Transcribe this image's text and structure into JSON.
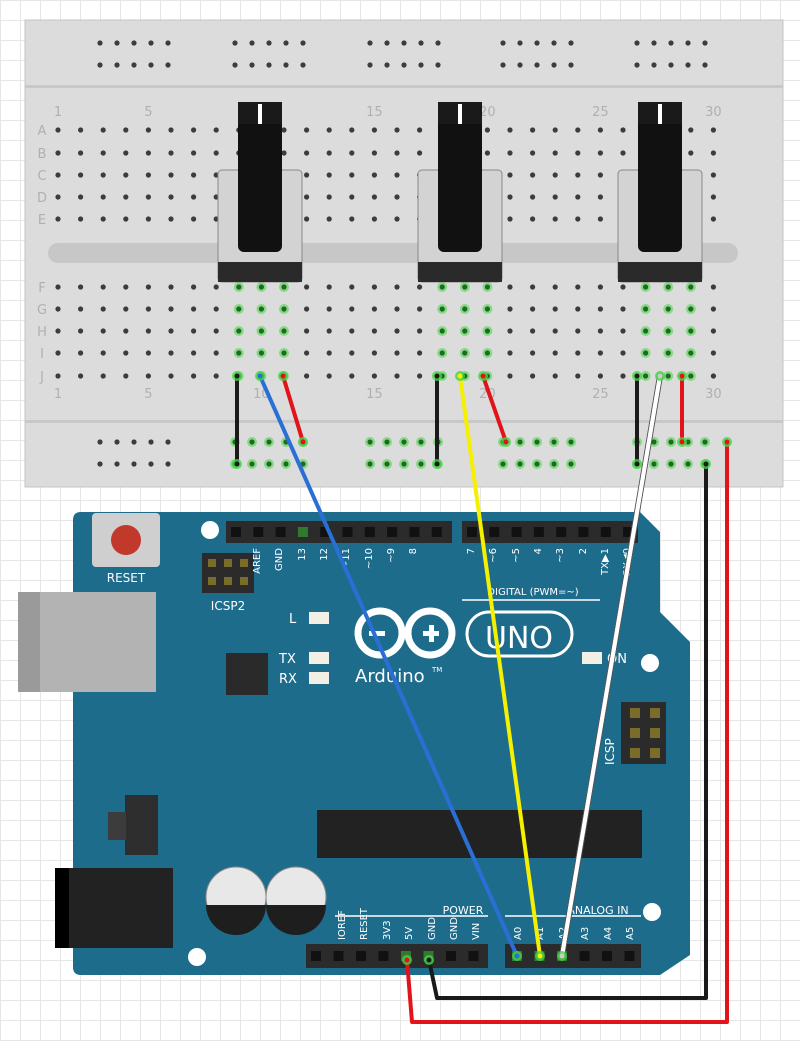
{
  "breadboard": {
    "column_numbers": [
      "1",
      "5",
      "10",
      "15",
      "20",
      "25",
      "30"
    ],
    "row_letters_top": [
      "A",
      "B",
      "C",
      "D",
      "E"
    ],
    "row_letters_bottom": [
      "F",
      "G",
      "H",
      "I",
      "J"
    ]
  },
  "arduino": {
    "reset_label": "RESET",
    "icsp2_label": "ICSP2",
    "icsp_label": "ICSP",
    "digital_header_labels": [
      "AREF",
      "GND",
      "13",
      "12",
      "~11",
      "~10",
      "~9",
      "8",
      "7",
      "~6",
      "~5",
      "4",
      "~3",
      "2",
      "TX▶1",
      "RX◀0"
    ],
    "digital_label": "DIGITAL (PWM=~)",
    "led_labels": {
      "l": "L",
      "tx": "TX",
      "rx": "RX",
      "on": "ON"
    },
    "logo_text": "UNO",
    "brand_text": "Arduino",
    "brand_tm": "TM",
    "power_label": "POWER",
    "analog_label": "ANALOG IN",
    "power_pin_labels": [
      "IOREF",
      "RESET",
      "3V3",
      "5V",
      "GND",
      "GND",
      "VIN"
    ],
    "analog_pin_labels": [
      "A0",
      "A1",
      "A2",
      "A3",
      "A4",
      "A5"
    ]
  },
  "colors": {
    "board_teal": "#1e6c8c",
    "breadboard": "#dcdcdc",
    "wire_red": "#e0141a",
    "wire_black": "#1a1a1a",
    "wire_blue": "#2a6fd6",
    "wire_yellow": "#f5f000",
    "wire_white": "#ffffff",
    "pin_green": "#44d544"
  },
  "potentiometers": [
    {
      "name": "pot-left",
      "wiper_to": "A0",
      "wiper_color": "blue"
    },
    {
      "name": "pot-middle",
      "wiper_to": "A1",
      "wiper_color": "yellow"
    },
    {
      "name": "pot-right",
      "wiper_to": "A2",
      "wiper_color": "white"
    }
  ]
}
